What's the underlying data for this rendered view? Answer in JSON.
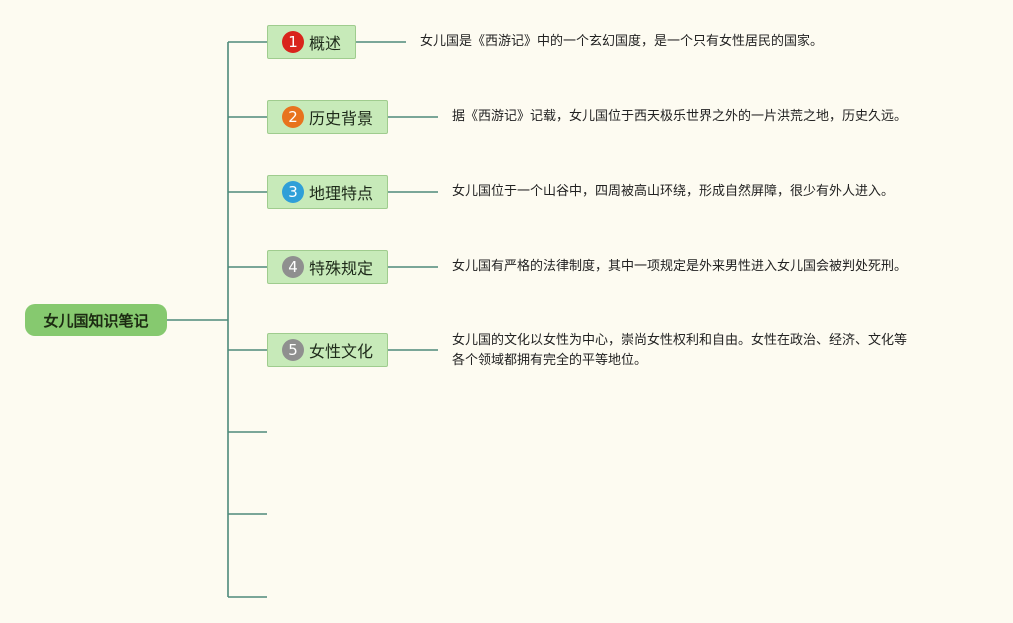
{
  "root": {
    "label": "女儿国知识笔记"
  },
  "topics": [
    {
      "number": "1",
      "label": "概述",
      "badge_color": "#d9241c",
      "description": [
        "女儿国是《西游记》中的一个玄幻国度，是一个只有女性居民的国家。"
      ]
    },
    {
      "number": "2",
      "label": "历史背景",
      "badge_color": "#e8731e",
      "description": [
        "据《西游记》记载，女儿国位于西天极乐世界之外的一片洪荒之地，历史久远。"
      ]
    },
    {
      "number": "3",
      "label": "地理特点",
      "badge_color": "#2f9fd8",
      "description": [
        "女儿国位于一个山谷中，四周被高山环绕，形成自然屏障，很少有外人进入。"
      ]
    },
    {
      "number": "4",
      "label": "特殊规定",
      "badge_color": "#8f8f8f",
      "description": [
        "女儿国有严格的法律制度，其中一项规定是外来男性进入女儿国会被判处死刑。"
      ]
    },
    {
      "number": "5",
      "label": "女性文化",
      "badge_color": "#8f8f8f",
      "description": [
        "女儿国的文化以女性为中心，崇尚女性权利和自由。女性在政治、经济、文化等",
        "各个领域都拥有完全的平等地位。"
      ]
    }
  ],
  "colors": {
    "connector": "#4e8a7a",
    "topic_fill": "#c7eab9",
    "root_fill": "#86c96f"
  }
}
